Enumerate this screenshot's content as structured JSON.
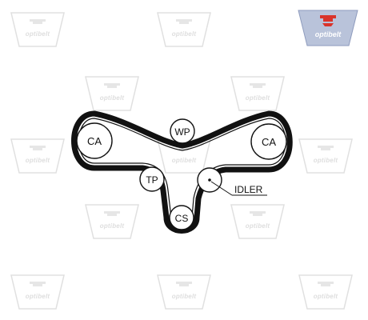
{
  "brand": {
    "name": "optibelt",
    "colors": {
      "logo_fill": "#b9c3da",
      "logo_accent": "#d9342b",
      "watermark": "#e0e0e0",
      "belt": "#111111"
    }
  },
  "diagram": {
    "components": [
      {
        "id": "ca-left",
        "label": "CA"
      },
      {
        "id": "wp",
        "label": "WP"
      },
      {
        "id": "ca-right",
        "label": "CA"
      },
      {
        "id": "tp",
        "label": "TP"
      },
      {
        "id": "idler",
        "label": "IDLER"
      },
      {
        "id": "cs",
        "label": "CS"
      }
    ]
  }
}
